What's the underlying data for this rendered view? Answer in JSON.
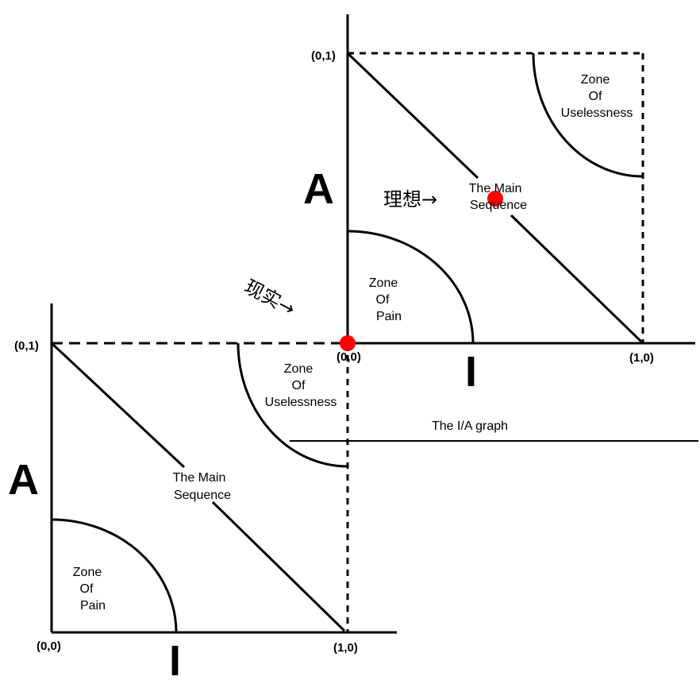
{
  "coords": {
    "origin": "(0,0)",
    "a_max": "(0,1)",
    "i_max": "(1,0)"
  },
  "axis_letters": {
    "a": "A",
    "i": "I"
  },
  "zones": {
    "uselessness": [
      "Zone",
      "Of",
      "Uselessness"
    ],
    "pain": [
      "Zone",
      "Of",
      "Pain"
    ],
    "main_sequence": [
      "The Main",
      "Sequence"
    ]
  },
  "graph_label": "The I/A graph",
  "annotations": {
    "ideal": "理想→",
    "reality": "现实→"
  },
  "colors": {
    "line": "#000000",
    "marker": "#ff0000"
  }
}
